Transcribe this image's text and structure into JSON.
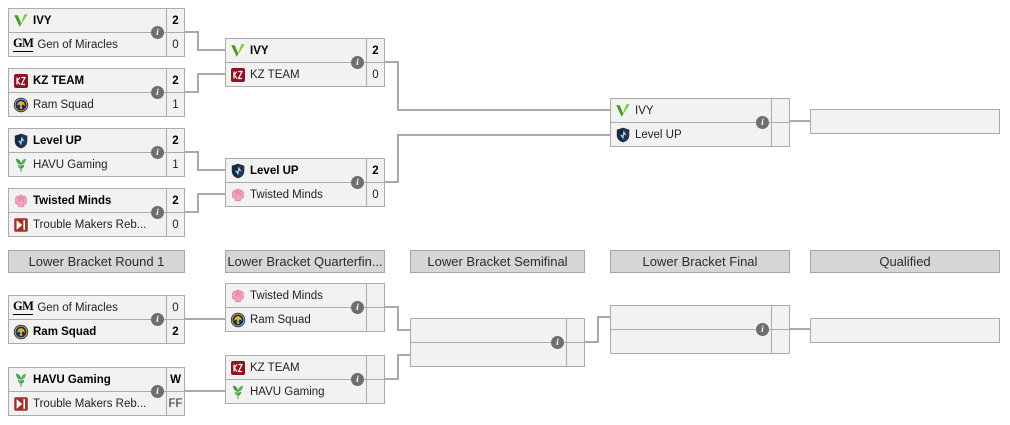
{
  "ui": {
    "info_glyph": "i"
  },
  "logos": {
    "gm_text": "GM"
  },
  "colors": {
    "match_bg": "#f2f2f2",
    "match_border": "#ababab",
    "header_bg": "#d6d6d6",
    "connector": "#a9a9a9",
    "info_badge": "#6e6e6e",
    "ivy_green": "#7cc93c",
    "kz_red": "#8e1220",
    "ram_navy": "#122f5c",
    "levelup_navy": "#1a2740",
    "havu_green": "#3f9e46",
    "twisted_pink": "#f2a3b8",
    "trouble_red": "#a33226"
  },
  "headers": {
    "r1": "Lower Bracket Round 1",
    "qf": "Lower Bracket Quarterfin...",
    "sf": "Lower Bracket Semifinal",
    "final": "Lower Bracket Final",
    "qualified": "Qualified"
  },
  "upper_bracket": {
    "round1": [
      {
        "top": {
          "name": "IVY",
          "score": "2",
          "winner": true,
          "icon": "ivy-icon"
        },
        "bottom": {
          "name": "Gen of Miracles",
          "score": "0",
          "winner": false,
          "icon": "gen-of-miracles-icon"
        }
      },
      {
        "top": {
          "name": "KZ TEAM",
          "score": "2",
          "winner": true,
          "icon": "kz-team-icon"
        },
        "bottom": {
          "name": "Ram Squad",
          "score": "1",
          "winner": false,
          "icon": "ram-squad-icon"
        }
      },
      {
        "top": {
          "name": "Level UP",
          "score": "2",
          "winner": true,
          "icon": "level-up-icon"
        },
        "bottom": {
          "name": "HAVU Gaming",
          "score": "1",
          "winner": false,
          "icon": "havu-gaming-icon"
        }
      },
      {
        "top": {
          "name": "Twisted Minds",
          "score": "2",
          "winner": true,
          "icon": "twisted-minds-icon"
        },
        "bottom": {
          "name": "Trouble Makers Reb...",
          "score": "0",
          "winner": false,
          "icon": "trouble-makers-icon"
        }
      }
    ],
    "semifinals": [
      {
        "top": {
          "name": "IVY",
          "score": "2",
          "winner": true,
          "icon": "ivy-icon"
        },
        "bottom": {
          "name": "KZ TEAM",
          "score": "0",
          "winner": false,
          "icon": "kz-team-icon"
        }
      },
      {
        "top": {
          "name": "Level UP",
          "score": "2",
          "winner": true,
          "icon": "level-up-icon"
        },
        "bottom": {
          "name": "Twisted Minds",
          "score": "0",
          "winner": false,
          "icon": "twisted-minds-icon"
        }
      }
    ],
    "final": {
      "top": {
        "name": "IVY",
        "score": "",
        "winner": false,
        "icon": "ivy-icon"
      },
      "bottom": {
        "name": "Level UP",
        "score": "",
        "winner": false,
        "icon": "level-up-icon"
      }
    }
  },
  "lower_bracket": {
    "round1": [
      {
        "top": {
          "name": "Gen of Miracles",
          "score": "0",
          "winner": false,
          "icon": "gen-of-miracles-icon"
        },
        "bottom": {
          "name": "Ram Squad",
          "score": "2",
          "winner": true,
          "icon": "ram-squad-icon"
        }
      },
      {
        "top": {
          "name": "HAVU Gaming",
          "score": "W",
          "winner": true,
          "icon": "havu-gaming-icon"
        },
        "bottom": {
          "name": "Trouble Makers Reb...",
          "score": "FF",
          "winner": false,
          "icon": "trouble-makers-icon"
        }
      }
    ],
    "quarterfinals": [
      {
        "top": {
          "name": "Twisted Minds",
          "score": "",
          "winner": false,
          "icon": "twisted-minds-icon"
        },
        "bottom": {
          "name": "Ram Squad",
          "score": "",
          "winner": false,
          "icon": "ram-squad-icon"
        }
      },
      {
        "top": {
          "name": "KZ TEAM",
          "score": "",
          "winner": false,
          "icon": "kz-team-icon"
        },
        "bottom": {
          "name": "HAVU Gaming",
          "score": "",
          "winner": false,
          "icon": "havu-gaming-icon"
        }
      }
    ],
    "semifinal": {
      "top": {
        "name": "",
        "score": "",
        "winner": false,
        "icon": ""
      },
      "bottom": {
        "name": "",
        "score": "",
        "winner": false,
        "icon": ""
      }
    },
    "final": {
      "top": {
        "name": "",
        "score": "",
        "winner": false,
        "icon": ""
      },
      "bottom": {
        "name": "",
        "score": "",
        "winner": false,
        "icon": ""
      }
    }
  },
  "qualified": {
    "upper_slot": "",
    "lower_slot": ""
  }
}
